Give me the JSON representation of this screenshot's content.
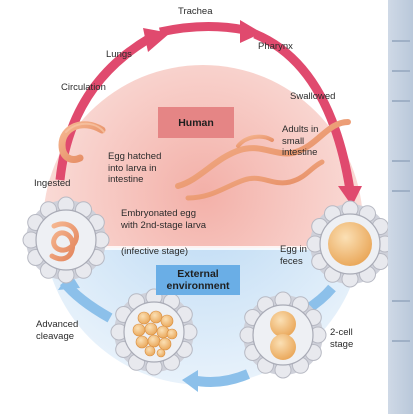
{
  "diagram": {
    "zones": {
      "human": "Human",
      "external_line1": "External",
      "external_line2": "environment"
    },
    "labels": {
      "trachea": "Trachea",
      "pharynx": "Pharynx",
      "lungs": "Lungs",
      "circulation": "Circulation",
      "swallowed": "Swallowed",
      "adults_1": "Adults in",
      "adults_2": "small",
      "adults_3": "intestine",
      "egg_hatched_1": "Egg hatched",
      "egg_hatched_2": "into larva in",
      "egg_hatched_3": "intestine",
      "ingested": "Ingested",
      "embryonated_1": "Embryonated egg",
      "embryonated_2": "with 2nd-stage larva",
      "infective": "(infective stage)",
      "egg_feces_1": "Egg  in",
      "egg_feces_2": "feces",
      "advanced_1": "Advanced",
      "advanced_2": "cleavage",
      "two_cell_1": "2-cell",
      "two_cell_2": "stage"
    },
    "colors": {
      "human_zone": "#f4c2bd",
      "external_zone": "#cfe3f6",
      "arrow_human": "#e04a6e",
      "arrow_external": "#8cc0ea",
      "human_box": "#e58585",
      "external_box": "#6aaee6",
      "egg_shell": "#e8e9ee",
      "egg_yolk": "#f2bf76",
      "worm": "#ef9a70"
    }
  }
}
